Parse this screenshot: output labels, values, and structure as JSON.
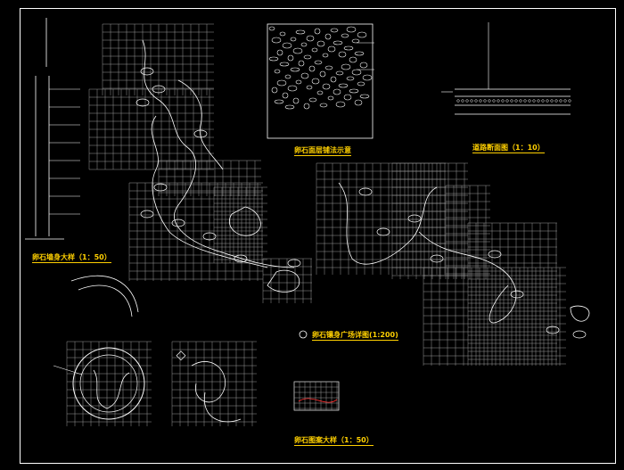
{
  "drawing": {
    "background": "#000000",
    "line_color": "#ffffff",
    "title_color": "#ffd000",
    "accent_color": "#ff3030"
  },
  "titles": {
    "wall_detail": "卵石墙身大样（1：50）",
    "paving_method": "卵石面层铺法示意",
    "road_section": "道路断面图（1：10）",
    "plaza_plan": "卵石镶身广场详图(1:200)",
    "pattern_detail": "卵石图案大样（1：50）"
  }
}
